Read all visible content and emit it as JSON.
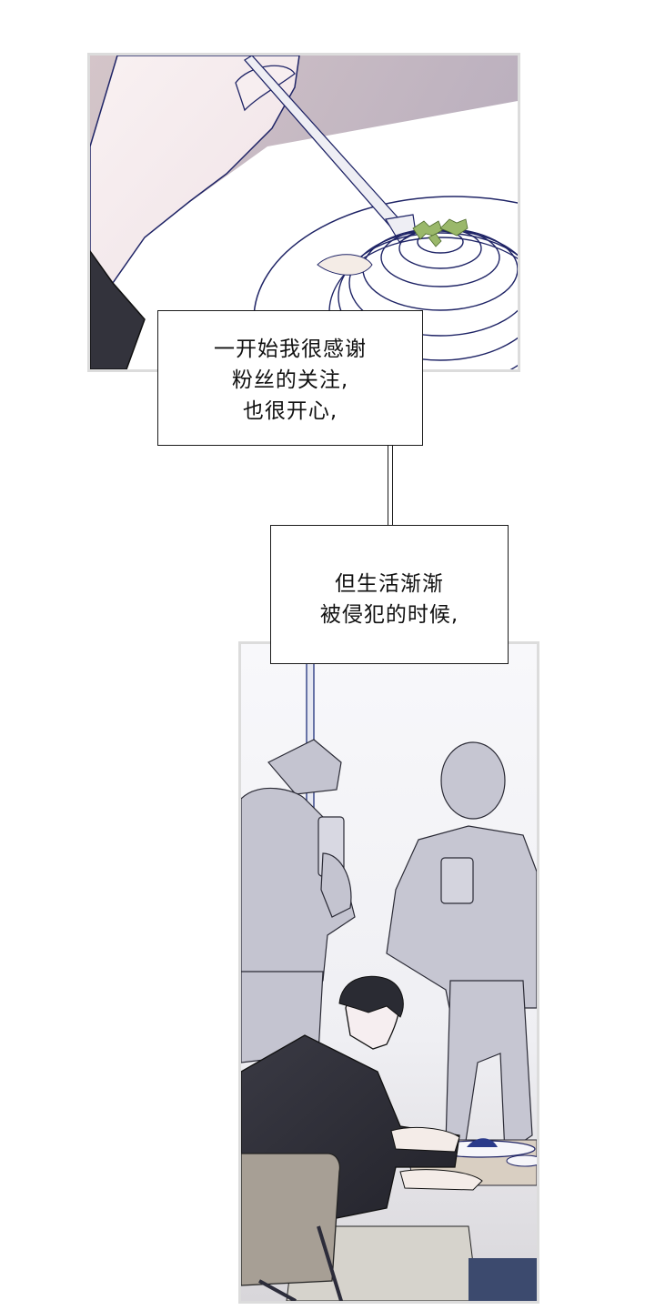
{
  "page": {
    "type": "webtoon-page",
    "background_color": "#ffffff"
  },
  "panels": [
    {
      "id": "panel-1",
      "description": "close-up of a hand twirling spaghetti with a fork on a white plate, garnished with green herb",
      "colors": {
        "background": "#c9bcc4",
        "plate": "#ffffff",
        "skin": "#f6ecee",
        "lineart": "#1f2466",
        "herb": "#9ab86a",
        "sleeve": "#35353f",
        "border": "#dcdcdc"
      }
    },
    {
      "id": "panel-2",
      "description": "dark-haired man in black shirt sits at a restaurant table while two figures in grey photograph him with phones behind a glass partition",
      "colors": {
        "background": "#f3f3f6",
        "figures": "#c4c4d0",
        "shirt": "#2e2e36",
        "hair": "#2a2b33",
        "chair": "#a79f95",
        "table": "#d9cfc2",
        "pole": "#3c4a8c",
        "border": "#dcdcdc"
      }
    }
  ],
  "captions": [
    {
      "id": "caption-1",
      "lines": [
        "一开始我很感谢",
        "粉丝的关注,",
        "也很开心,"
      ]
    },
    {
      "id": "caption-2",
      "lines": [
        "但生活渐渐",
        "被侵犯的时候,"
      ]
    }
  ]
}
